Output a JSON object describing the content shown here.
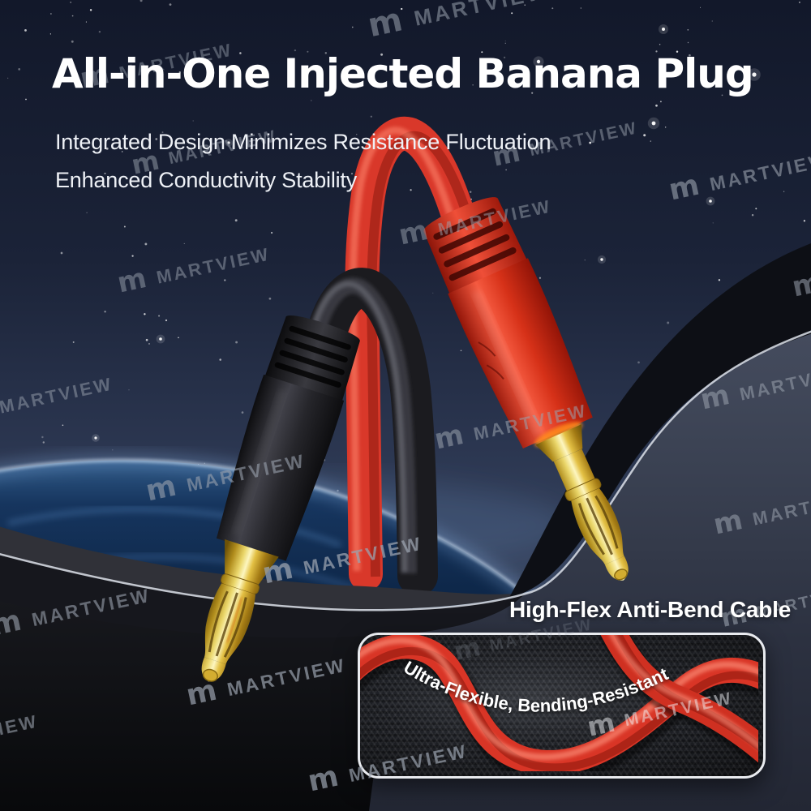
{
  "brand": {
    "logo_glyph": "m",
    "name": "MARTVIEW"
  },
  "headline": {
    "title": "All-in-One Injected Banana Plug",
    "subtitle_line1": "Integrated Design Minimizes Resistance Fluctuation",
    "subtitle_line2": "Enhanced Conductivity Stability"
  },
  "feature": {
    "label": "High-Flex Anti-Bend Cable",
    "inset_caption": "Ultra-Flexible, Bending-Resistant"
  },
  "product": {
    "plugs": [
      {
        "color_name": "black",
        "body_hex": "#232327"
      },
      {
        "color_name": "red",
        "body_hex": "#e23b2d"
      }
    ],
    "tip_material": "gold",
    "tip_hex": "#e9c84b"
  },
  "colors": {
    "sky_top": "#12182a",
    "sky_horizon": "#44546f",
    "accent_red": "#e23b2d",
    "gold": "#e9c84b",
    "watermark_gray": "#9aa2ae",
    "text_white": "#ffffff"
  }
}
